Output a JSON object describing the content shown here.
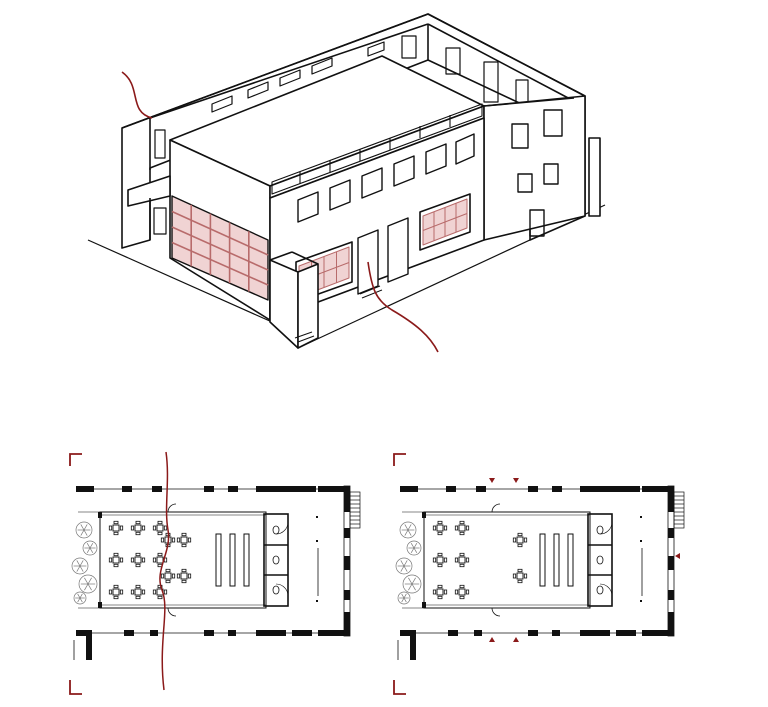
{
  "colors": {
    "ink": "#111111",
    "accent": "#8b1a1a",
    "glass": "#f0d3d3",
    "glass_line": "#b86b6b",
    "landscape": "#777777",
    "background": "#ffffff"
  },
  "axonometric": {
    "glazed_bays": {
      "front_cols": 5,
      "front_rows": 4
    },
    "upper_windows": 6,
    "doors": 2
  },
  "plans": [
    {
      "variant": "tables-and-counter",
      "table_grid": {
        "cols": 3,
        "rows": 3
      },
      "dining_tables": 4,
      "counters": 3,
      "entrance_markers": 0,
      "has_cut_line": true
    },
    {
      "variant": "with-entrance-markers",
      "table_grid": {
        "cols": 2,
        "rows": 3
      },
      "dining_tables": 2,
      "counters": 3,
      "entrance_markers": 5,
      "has_cut_line": false
    }
  ]
}
